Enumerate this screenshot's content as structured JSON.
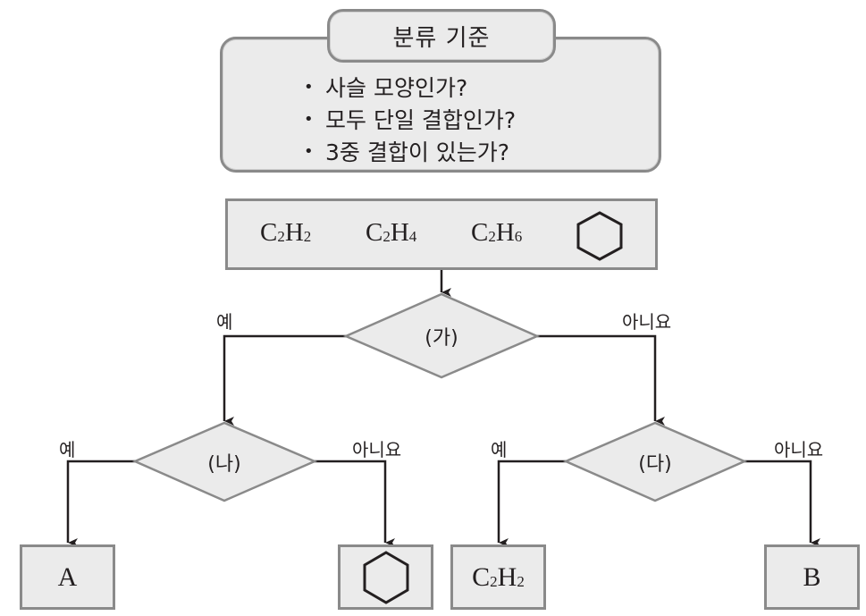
{
  "criteria": {
    "title": "분류 기준",
    "bullet": "•",
    "items": [
      "사슬 모양인가?",
      "모두 단일 결합인가?",
      "3중 결합이 있는가?"
    ]
  },
  "compounds": [
    {
      "symbol": "C",
      "sub1": "2",
      "symbol2": "H",
      "sub2": "2"
    },
    {
      "symbol": "C",
      "sub1": "2",
      "symbol2": "H",
      "sub2": "4"
    },
    {
      "symbol": "C",
      "sub1": "2",
      "symbol2": "H",
      "sub2": "6"
    },
    {
      "icon": "cyclohexane-hexagon-icon"
    }
  ],
  "decisions": {
    "ga": "(가)",
    "na": "(나)",
    "da": "(다)"
  },
  "branch_labels": {
    "yes": "예",
    "no": "아니요"
  },
  "leaves": {
    "a": "A",
    "hexagon": "cyclohexane-hexagon-icon",
    "c2h2": {
      "symbol": "C",
      "sub1": "2",
      "symbol2": "H",
      "sub2": "2"
    },
    "b": "B"
  },
  "colors": {
    "box_fill": "#ebebeb",
    "box_border": "#8a8a8a",
    "line": "#231f20"
  }
}
